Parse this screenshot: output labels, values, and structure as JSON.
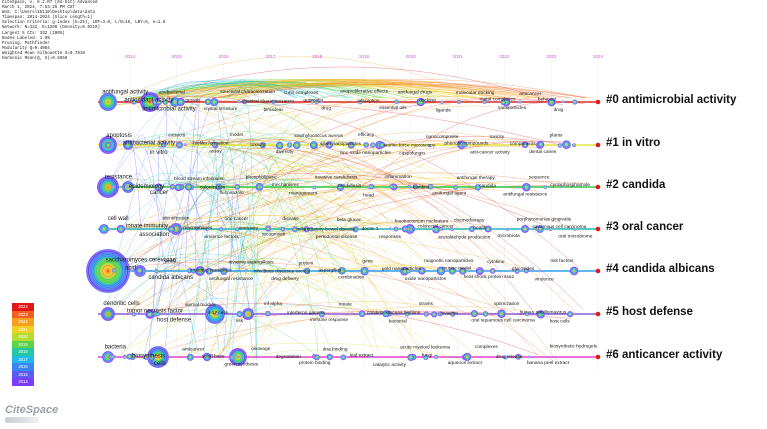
{
  "header": {
    "lines": [
      "CiteSpace, v. 6.2.R7 (64-bit) Advanced",
      "March 1, 2024, 7:53:25 PM CST",
      "WoS: C:\\Users\\15110\\Desktop\\data\\data",
      "Timespan: 2014-2024 (Slice Length=1)",
      "Selection Criteria: g-index (k=25), LRF=3.0, L/N=10, LBY=5, e=1.0",
      "Network: N=332, E=1209 (Density=0.0219)",
      "Largest 5 CCs: 332 (100%)",
      "Nodes Labeled: 1.0%",
      "Pruning: Pathfinder",
      "Modularity Q=0.4084",
      "Weighted Mean Silhouette S=0.7818",
      "Harmonic Mean(Q, S)=0.5658"
    ]
  },
  "years": [
    "2014",
    "2015",
    "2016",
    "2017",
    "2018",
    "2019",
    "2020",
    "2021",
    "2022",
    "2023",
    "2024"
  ],
  "clusters": [
    {
      "label": "#0 antimicrobial activity",
      "color": "#d92a2a"
    },
    {
      "label": "#1 in vitro",
      "color": "#e6e63a"
    },
    {
      "label": "#2 candida",
      "color": "#2fc84a"
    },
    {
      "label": "#3 oral cancer",
      "color": "#1fb8b8"
    },
    {
      "label": "#4 candida albicans",
      "color": "#2a9ef0"
    },
    {
      "label": "#5 host defense",
      "color": "#8c5ad8"
    },
    {
      "label": "#6 anticancer activity",
      "color": "#e040c8"
    }
  ],
  "terms": [
    [
      "antifungal activity",
      "antioxidant activity",
      "antimicrobial activity",
      "antibacterial",
      "growth",
      "crystal structure",
      "structural characterization",
      "spectral characterization",
      "binuclear",
      "cu(ii) complexes",
      "quercetin",
      "drug",
      "antiproliferative effects",
      "adsorption",
      "essential oils",
      "antifungal drugs",
      "docking",
      "ligands",
      "molecular docking",
      "metal complexes",
      "nanoparticles",
      "anticancer",
      "behavior",
      "drug"
    ],
    [
      "apoptosis",
      "antibacterial activity",
      "in vitro",
      "extracts",
      "biofilm formation",
      "assay",
      "model",
      "toxicity",
      "diversity",
      "staphylococcus aureus",
      "silver nanoparticles",
      "zinc oxide nanoparticles",
      "efficacy",
      "atomic force microscopy",
      "caspofungin",
      "nanocomposite",
      "phenolic compounds",
      "anti-cancer activity",
      "toxicity",
      "components",
      "dental caries",
      "plants"
    ],
    [
      "resistance",
      "epidemiology",
      "cancer",
      "blood stream infections",
      "colonization",
      "fluconazole",
      "phospholipase",
      "mechanisms",
      "management",
      "invasive candidiasis",
      "candidiasis",
      "head",
      "inflammation",
      "biofilms",
      "antifungal agent",
      "antifungal therapy",
      "candida",
      "antifungal resistance",
      "sequence",
      "cyclophosphamide"
    ],
    [
      "cell wall",
      "innate immunity",
      "association",
      "identification",
      "macrophages",
      "virulence factors",
      "oral cancer",
      "immunity",
      "recognition",
      "disease",
      "inflammatory bowel disease",
      "periodontal disease",
      "beta glucan",
      "dectin 1",
      "responses",
      "fusobacterium nucleatum",
      "colorectal cancer",
      "acetaldehyde production",
      "chemotherapy",
      "health",
      "microbiota",
      "porphyromonas gingivalis",
      "squamous cell carcinoma",
      "oral microbiome"
    ],
    [
      "saccharomyces cerevisiae",
      "acid",
      "candida albicans",
      "yeast",
      "mutidrug resistance",
      "antifungal resistance",
      "invasive aspergillosis",
      "infectious diseases society",
      "drug delivery",
      "protein",
      "aspergillus",
      "combination",
      "gene",
      "gold nanoparticles",
      "oxide nanoparticles",
      "magnetic nanoparticles",
      "murine model",
      "heat shock protein ssa1",
      "cytokine",
      "glycosides",
      "virulence",
      "risk factors"
    ],
    [
      "dendritic cells",
      "tumor necrosis factor",
      "host defense",
      "animal models",
      "il-17 cells",
      "risk",
      "inf alpha",
      "interferon gamma",
      "immune response",
      "innate",
      "candida albicans biofilms",
      "bacterial",
      "strains",
      "invasion",
      "oral squamous cell carcinoma",
      "optimization",
      "human papillomavirus",
      "host cells"
    ],
    [
      "bacteria",
      "biosynthesis",
      "cells",
      "anticancer",
      "schiff base",
      "green synthesis",
      "cleavage",
      "degradation",
      "protein binding",
      "dna binding",
      "leaf extract",
      "catalytic activity",
      "acute myeloid leukemia",
      "fungi",
      "aqueous extract",
      "complexes",
      "drug release",
      "banana peel extract",
      "biosynthetic hydrogels"
    ]
  ],
  "legend": [
    "2024",
    "2023",
    "2022",
    "2021",
    "2020",
    "2019",
    "2018",
    "2017",
    "2016",
    "2015",
    "2014"
  ],
  "logo": "CiteSpace"
}
